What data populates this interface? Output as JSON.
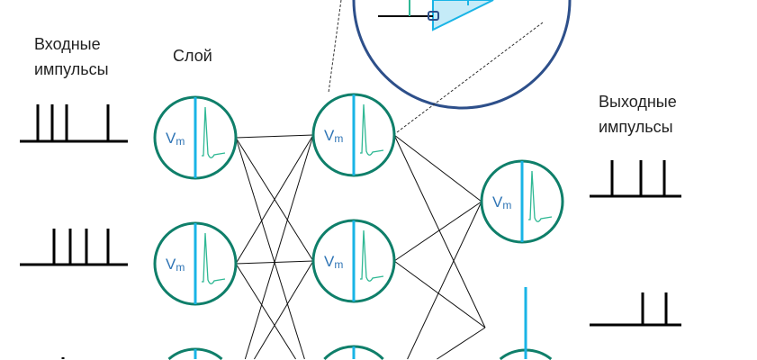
{
  "labels": {
    "input_line1": "Входные",
    "input_line2": "импульсы",
    "layer": "Слой",
    "output_line1": "Выходные",
    "output_line2": "импульсы"
  },
  "neuron": {
    "v": "V",
    "sub": "m"
  },
  "colors": {
    "neuron_ring": "#0f7f6a",
    "membrane": "#19b4e6",
    "spike_trace": "#2fb894",
    "vm_text": "#2e74b5",
    "zoom_ring": "#2d4f8a",
    "zoom_fill": "#c5ebf8"
  }
}
